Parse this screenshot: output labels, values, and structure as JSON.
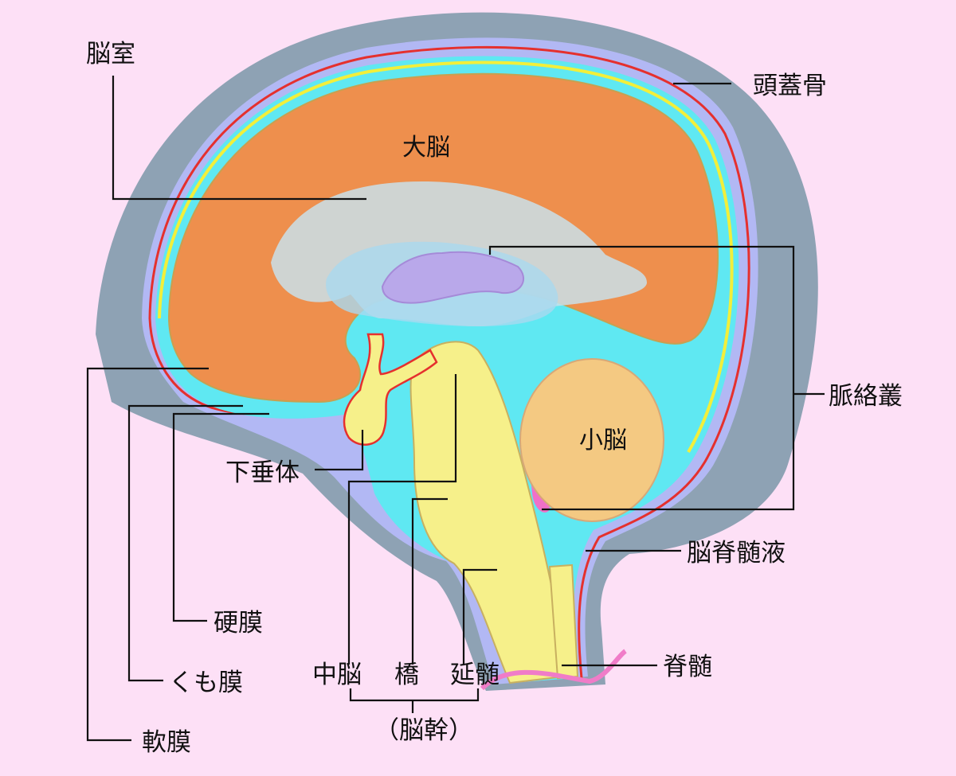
{
  "labels": {
    "ventricle": "脳室",
    "skull": "頭蓋骨",
    "cerebrum": "大脳",
    "choroid_plexus": "脈絡叢",
    "cerebellum": "小脳",
    "pituitary": "下垂体",
    "csf": "脳脊髄液",
    "spinal_cord": "脊髄",
    "dura_mater": "硬膜",
    "arachnoid": "くも膜",
    "pia_mater": "軟膜",
    "midbrain": "中脳",
    "pons": "橋",
    "medulla": "延髄",
    "brainstem": "（脳幹）"
  },
  "colors": {
    "background": "#fde0f6",
    "skull": "#8ea2b4",
    "subdural": "#b2b8f4",
    "dura": "#e5302e",
    "arachnoid": "#f2ef3a",
    "csf": "#5fe8f2",
    "cerebrum": "#ee8f4d",
    "ventricle": "#c9e0ea",
    "brainstem": "#f6f08a",
    "cerebellum": "#f4c982",
    "choroid_plexus": "#b9a8ea"
  }
}
